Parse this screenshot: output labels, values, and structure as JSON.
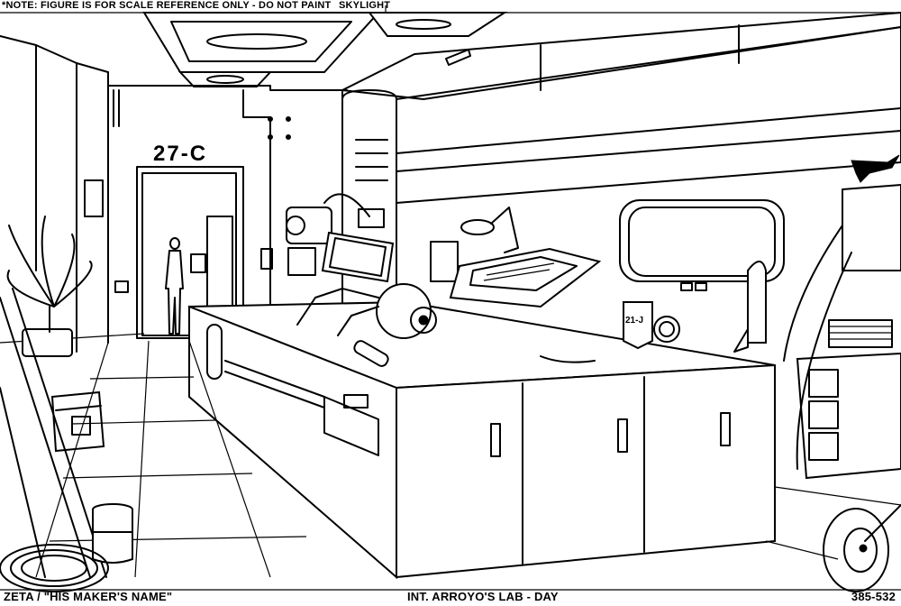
{
  "header": {
    "note": "*NOTE: FIGURE IS FOR SCALE REFERENCE ONLY - DO NOT PAINT",
    "skylight_label": "SKYLIGHT"
  },
  "scene": {
    "door_sign": "27-C",
    "canister_label": "21-J"
  },
  "footer": {
    "show_episode": "ZETA / \"HIS MAKER'S NAME\"",
    "location": "INT. ARROYO'S LAB - DAY",
    "scene_number": "385-532"
  }
}
